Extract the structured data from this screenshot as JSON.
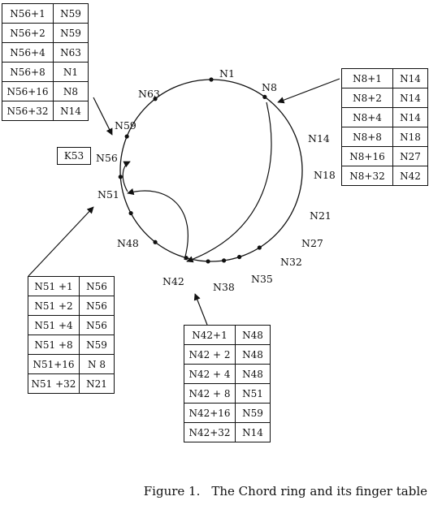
{
  "nodes": [
    "N1",
    "N8",
    "N14",
    "N18",
    "N21",
    "N27",
    "N32",
    "N35",
    "N38",
    "N42",
    "N48",
    "N51",
    "N56",
    "N59",
    "N63"
  ],
  "key": "K53",
  "finger_tables": {
    "n56": [
      [
        "N56+1",
        "N59"
      ],
      [
        "N56+2",
        "N59"
      ],
      [
        "N56+4",
        "N63"
      ],
      [
        "N56+8",
        "N1"
      ],
      [
        "N56+16",
        "N8"
      ],
      [
        "N56+32",
        "N14"
      ]
    ],
    "n8": [
      [
        "N8+1",
        "N14"
      ],
      [
        "N8+2",
        "N14"
      ],
      [
        "N8+4",
        "N14"
      ],
      [
        "N8+8",
        "N18"
      ],
      [
        "N8+16",
        "N27"
      ],
      [
        "N8+32",
        "N42"
      ]
    ],
    "n51": [
      [
        "N51 +1",
        "N56"
      ],
      [
        "N51 +2",
        "N56"
      ],
      [
        "N51 +4",
        "N56"
      ],
      [
        "N51 +8",
        "N59"
      ],
      [
        "N51+16",
        "N 8"
      ],
      [
        "N51 +32",
        "N21"
      ]
    ],
    "n42": [
      [
        "N42+1",
        "N48"
      ],
      [
        "N42 + 2",
        "N48"
      ],
      [
        "N42 + 4",
        "N48"
      ],
      [
        "N42 + 8",
        "N51"
      ],
      [
        "N42+16",
        "N59"
      ],
      [
        "N42+32",
        "N14"
      ]
    ]
  },
  "caption": {
    "figure_no": "Figure 1.",
    "text": "The Chord ring and its finger table"
  }
}
